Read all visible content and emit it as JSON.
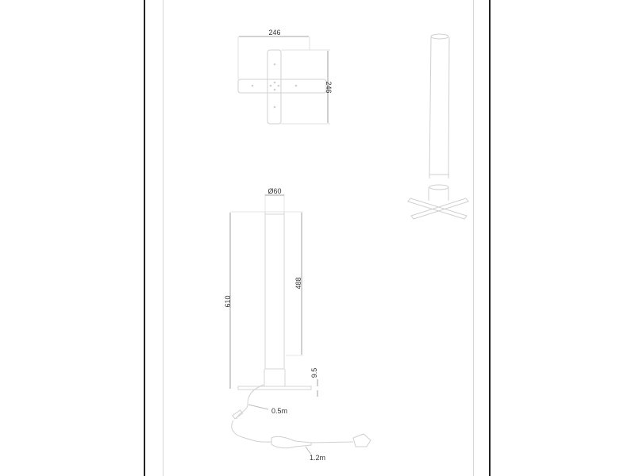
{
  "document": {
    "type": "technical-drawing",
    "subject": "floor lamp with cross base"
  },
  "top_view": {
    "width_label": "246",
    "depth_label": "246"
  },
  "front_view": {
    "diameter_label": "Ø60",
    "total_height_label": "610",
    "tube_height_label": "488",
    "base_thickness_label": "9.5",
    "cable_short_label": "0.5m",
    "cable_long_label": "1.2m"
  },
  "colors": {
    "frame_dark": "#222222",
    "frame_light": "#d8d8d8",
    "line": "#cccccc",
    "dim_line": "#999999",
    "text": "#333333"
  }
}
